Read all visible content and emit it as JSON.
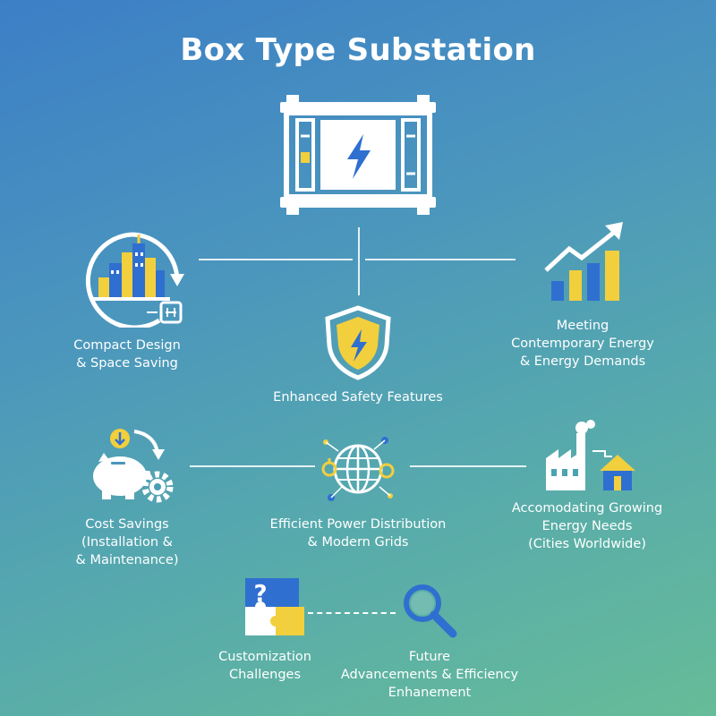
{
  "title": "Box Type Substation",
  "nodes": {
    "compact": {
      "lines": [
        "Compact Design",
        "& Space Saving"
      ]
    },
    "demands": {
      "lines": [
        "Meeting",
        "Contemporary Energy",
        "& Energy Demands"
      ]
    },
    "safety": {
      "lines": [
        "Enhanced Safety Features"
      ]
    },
    "cost": {
      "lines": [
        "Cost Savings",
        "(Installation &",
        "& Maintenance)"
      ]
    },
    "distribution": {
      "lines": [
        "Efficient Power Distribution",
        "& Modern Grids"
      ]
    },
    "growing": {
      "lines": [
        "Accomodating Growing",
        "Energy Needs",
        "(Cities Worldwide)"
      ]
    },
    "customization": {
      "lines": [
        "Customization",
        "Challenges"
      ]
    },
    "future": {
      "lines": [
        "Future",
        "Advancements & Efficiency",
        "Enhanement"
      ]
    }
  },
  "colors": {
    "accent_yellow": "#f2cf3d",
    "accent_blue": "#2f6fd0",
    "icon_white": "#ffffff"
  },
  "icons": [
    "substation-icon",
    "city-cycle-icon",
    "growth-chart-icon",
    "shield-bolt-icon",
    "piggy-bank-gear-icon",
    "global-grid-icon",
    "factory-house-icon",
    "puzzle-question-icon",
    "magnifier-icon"
  ]
}
